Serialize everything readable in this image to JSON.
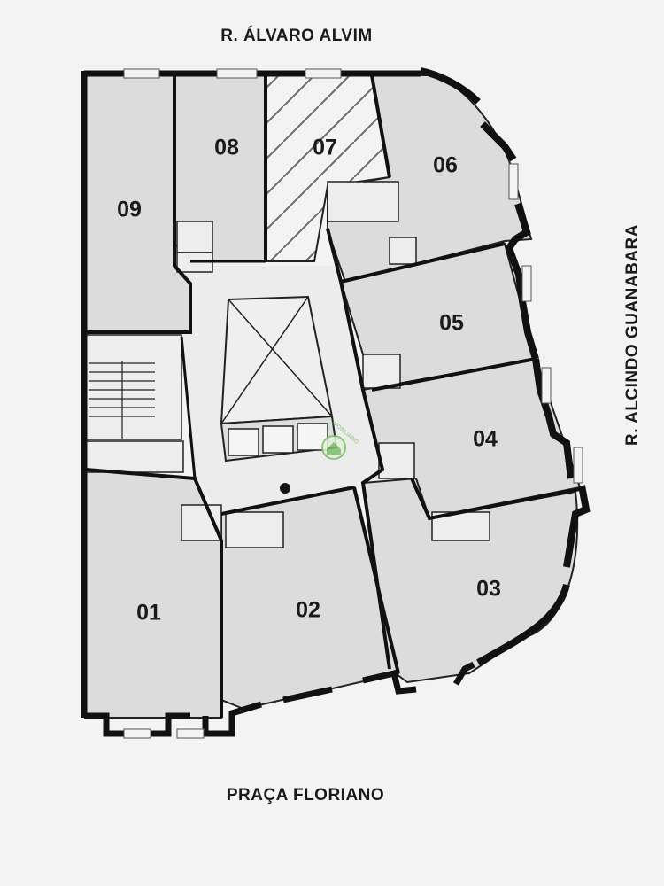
{
  "streets": {
    "top": "R. ÁLVARO ALVIM",
    "right": "R. ALCINDO GUANABARA",
    "bottom": "PRAÇA FLORIANO"
  },
  "units": [
    {
      "id": "u01",
      "label": "01"
    },
    {
      "id": "u02",
      "label": "02"
    },
    {
      "id": "u03",
      "label": "03"
    },
    {
      "id": "u04",
      "label": "04"
    },
    {
      "id": "u05",
      "label": "05"
    },
    {
      "id": "u06",
      "label": "06"
    },
    {
      "id": "u07",
      "label": "07"
    },
    {
      "id": "u08",
      "label": "08"
    },
    {
      "id": "u09",
      "label": "09"
    }
  ],
  "colors": {
    "wall": "#111111",
    "floor": "#dcdcdc",
    "common": "#ececec",
    "background": "#f3f3f3",
    "watermark": "#7bbf6a"
  },
  "watermark": {
    "icon": "house-logo-icon",
    "text": "IMOBILIÁRIO"
  }
}
